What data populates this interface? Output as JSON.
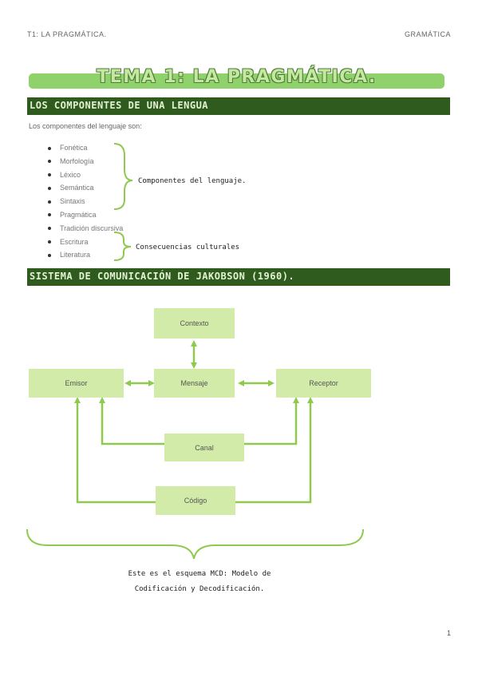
{
  "header": {
    "left": "T1: LA PRAGMÁTICA.",
    "right": "GRAMÁTICA"
  },
  "title": "TEMA 1: LA PRAGMÁTICA.",
  "section1": {
    "heading": "LOS COMPONENTES DE UNA LENGUA",
    "intro": "Los componentes del lenguaje son:",
    "items": [
      "Fonética",
      "Morfología",
      "Léxico",
      "Semántica",
      "Sintaxis",
      "Pragmática",
      "Tradición discursiva",
      "Escritura",
      "Literatura"
    ],
    "note1": "Componentes del lenguaje.",
    "note2": "Consecuencias culturales"
  },
  "section2": {
    "heading": "SISTEMA DE COMUNICACIÓN DE JAKOBSON (1960).",
    "diagram": {
      "context": "Contexto",
      "sender": "Emisor",
      "message": "Mensaje",
      "receiver": "Receptor",
      "channel": "Canal",
      "code": "Código"
    },
    "caption_line1": "Este es el esquema MCD: Modelo de",
    "caption_line2": "Codificación y Decodificación."
  },
  "page_number": "1",
  "colors": {
    "dark_green": "#2f5c1e",
    "light_green": "#8fd16a",
    "box_green": "#d2eba8",
    "arrow_green": "#8fca4f"
  }
}
